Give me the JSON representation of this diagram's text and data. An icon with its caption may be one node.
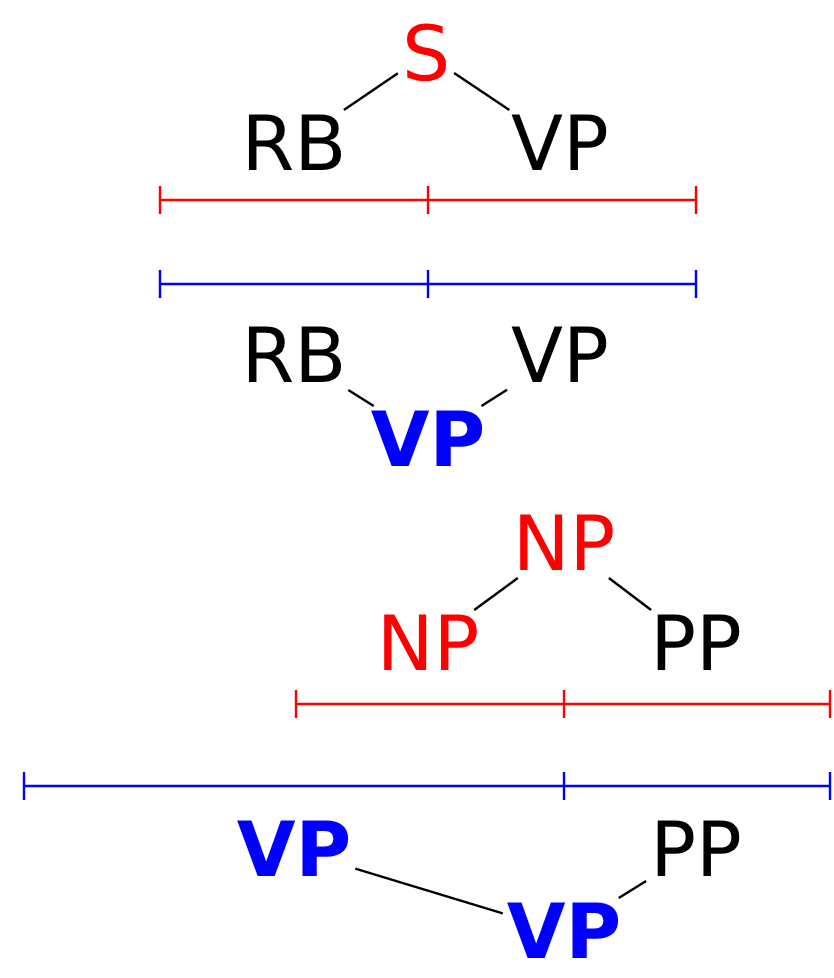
{
  "diagram": {
    "nodes": [
      {
        "text": [
          "S"
        ]
      },
      {
        "text": [
          "RB"
        ]
      },
      {
        "text": [
          "VP"
        ]
      },
      {
        "text": [
          "RB"
        ]
      },
      {
        "text": [
          "VP"
        ]
      },
      {
        "text": [
          "VP"
        ]
      },
      {
        "text": [
          "NP"
        ]
      },
      {
        "text": [
          "NP"
        ]
      },
      {
        "text": [
          "PP"
        ]
      },
      {
        "text": [
          "VP"
        ]
      },
      {
        "text": [
          "PP"
        ]
      },
      {
        "text": [
          "VP"
        ]
      }
    ],
    "edges": [
      {
        "from": 0,
        "to": 1,
        "arrow": "none"
      },
      {
        "from": 0,
        "to": 2,
        "arrow": "none"
      },
      {
        "from": 5,
        "to": 3,
        "arrow": "none"
      },
      {
        "from": 5,
        "to": 4,
        "arrow": "none"
      },
      {
        "from": 6,
        "to": 7,
        "arrow": "none"
      },
      {
        "from": 6,
        "to": 8,
        "arrow": "none"
      },
      {
        "from": 11,
        "to": 9,
        "arrow": "none"
      },
      {
        "from": 11,
        "to": 10,
        "arrow": "none"
      }
    ]
  }
}
